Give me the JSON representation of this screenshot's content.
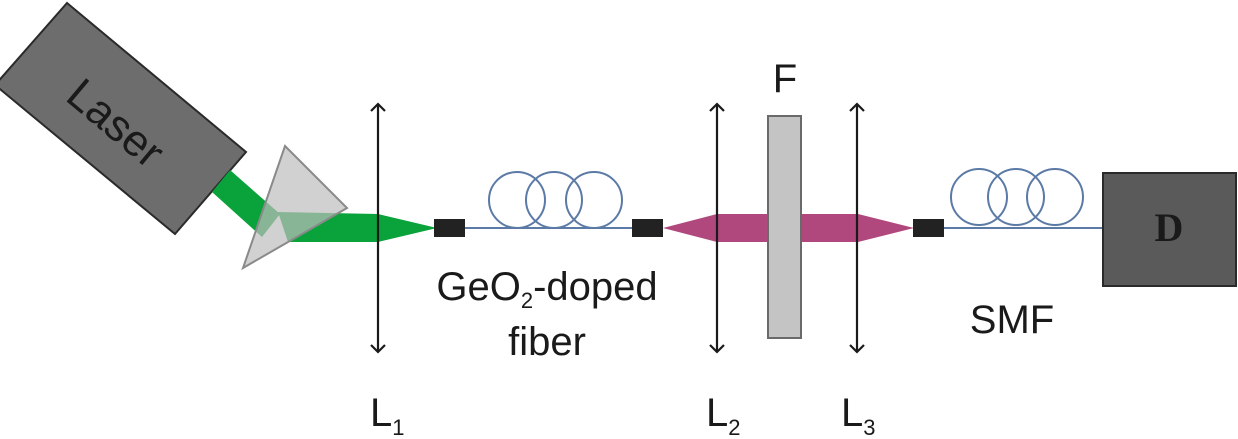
{
  "source_label": "Laser",
  "fiber_label": {
    "line1_main": "GeO",
    "line1_sub": "2",
    "line1_rest": "-doped",
    "line2": "fiber"
  },
  "filter_label": "F",
  "smf_label": "SMF",
  "detector_label": "D",
  "lenses": [
    {
      "main": "L",
      "sub": "1"
    },
    {
      "main": "L",
      "sub": "2"
    },
    {
      "main": "L",
      "sub": "3"
    }
  ],
  "colors": {
    "laser_body": "#6d6d6d",
    "detector_body": "#5a5a5a",
    "green_beam": "#0aa23a",
    "magenta_beam": "#b0487e",
    "fiber_coil": "#5b7aa6",
    "filter": "#c4c4c4",
    "connector": "#222222",
    "prism": "#bdbdbd"
  }
}
